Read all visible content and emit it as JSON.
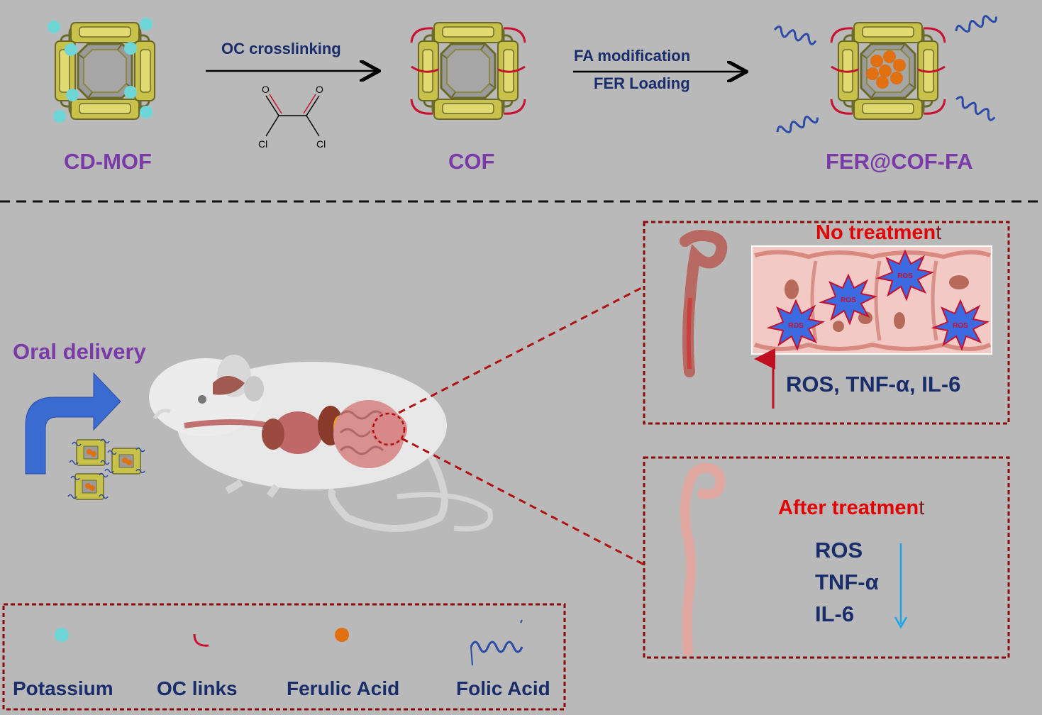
{
  "top": {
    "structures": [
      {
        "label": "CD-MOF"
      },
      {
        "label": "COF"
      },
      {
        "label": "FER@COF-FA"
      }
    ],
    "steps": [
      {
        "line1": "OC crosslinking",
        "line2": ""
      },
      {
        "line1": "FA modification",
        "line2": "FER Loading"
      }
    ],
    "molecule": {
      "o1": "O",
      "o2": "O",
      "cl1": "Cl",
      "cl2": "Cl"
    }
  },
  "delivery": {
    "label": "Oral delivery"
  },
  "no_treatment": {
    "title_main": "No treatmen",
    "title_tail": "t",
    "ros_badge": "ROS",
    "markers": "ROS, TNF-α, IL-6"
  },
  "after_treatment": {
    "title_main": "After treatmen",
    "title_tail": "t",
    "markers": [
      "ROS",
      "TNF-α",
      "IL-6"
    ]
  },
  "legend": [
    {
      "label": "Potassium",
      "icon": "dot-icon",
      "color": "#6fd6d8"
    },
    {
      "label": "OC links",
      "icon": "link-icon",
      "color": "#c8102e"
    },
    {
      "label": "Ferulic Acid",
      "icon": "dot-icon",
      "color": "#e07010"
    },
    {
      "label": "Folic Acid",
      "icon": "wave-icon",
      "color": "#2a4aa8"
    }
  ],
  "colors": {
    "background": "#b9b9b9",
    "structure_gold": "#c8c050",
    "dashed_red": "#b01010",
    "navy": "#1a2d6b",
    "purple": "#7a3aa8",
    "alert_red": "#e40000"
  }
}
